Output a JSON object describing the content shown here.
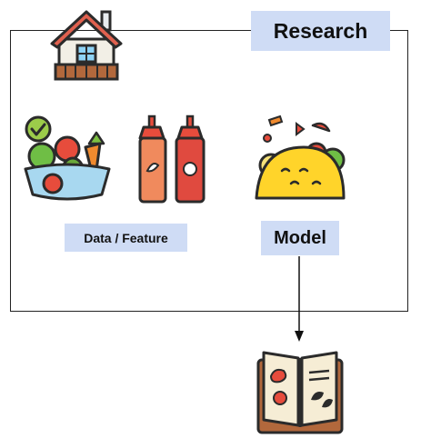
{
  "labels": {
    "research": "Research",
    "data_feature": "Data / Feature",
    "model": "Model"
  },
  "icons": [
    "house-icon",
    "vegetable-basket-icon",
    "sauce-bottles-icon",
    "taco-icon",
    "recipe-book-icon"
  ],
  "colors": {
    "label_background": "#cfdcf5",
    "frame_border": "#222222",
    "arrow": "#111111"
  }
}
